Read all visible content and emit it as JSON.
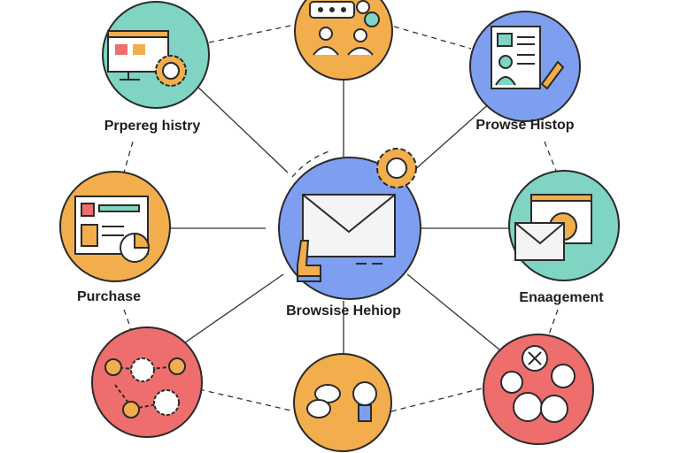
{
  "colors": {
    "teal": "#7fd4c3",
    "orange": "#f2ae4c",
    "blue": "#7e9ff0",
    "red": "#ee6e6e",
    "stroke": "#2a2a2a"
  },
  "nodes": {
    "top_left": {
      "label": "Prpereg histry",
      "icon": "monitor-gear-icon"
    },
    "top_center": {
      "icon": "chat-people-icon"
    },
    "top_right": {
      "label": "Prowse Histop",
      "icon": "profile-document-icon"
    },
    "left": {
      "label": "Purchase",
      "icon": "dashboard-chart-icon"
    },
    "center": {
      "label": "Browsise Hehiop",
      "icon": "envelope-hand-icon"
    },
    "right": {
      "label": "Enaagement",
      "icon": "email-window-icon"
    },
    "bottom_left": {
      "icon": "network-gears-icon"
    },
    "bottom_center": {
      "icon": "speech-lightbulb-icon"
    },
    "bottom_right": {
      "icon": "connected-circles-icon"
    }
  }
}
